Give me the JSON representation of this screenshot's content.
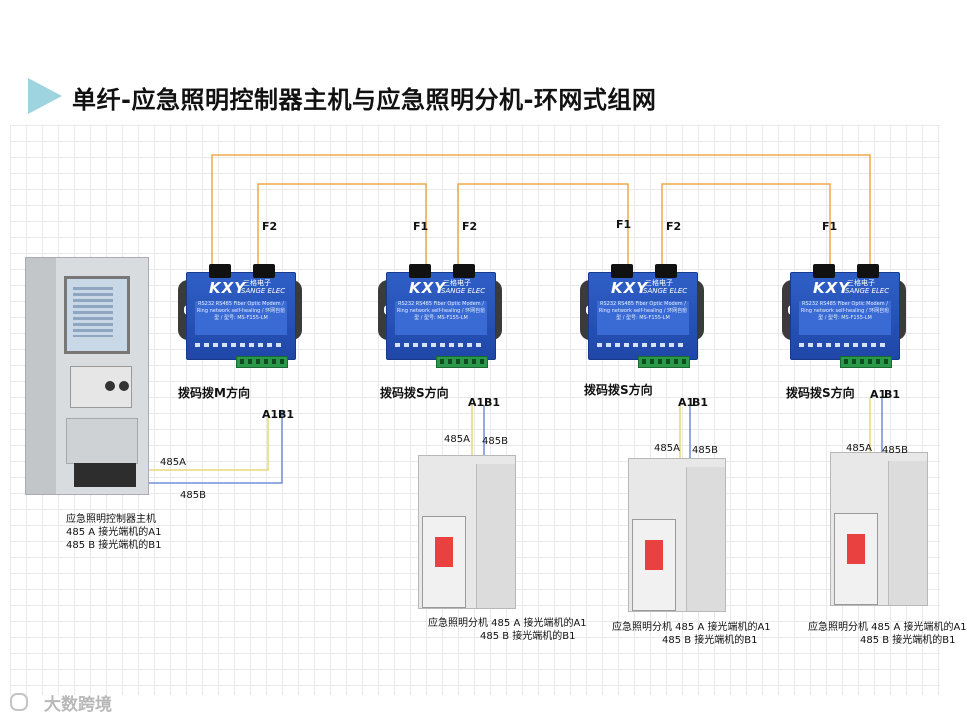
{
  "title": "单纤-应急照明控制器主机与应急照明分机-环网式组网",
  "colors": {
    "fiber": "#f0a848",
    "line_a": "#e8d878",
    "line_b": "#6f8fd8",
    "accent": "#9dd4df"
  },
  "devices": [
    {
      "logo": "KXY",
      "brand_cn": "三格电子",
      "brand_en": "SANGE ELEC",
      "panel": "RS232 RS485 Fiber Optic Modem / Ring network self-healing / 环网自愈型 / 型号: MS-F155-LM",
      "dip_label": "拨码拨M方向",
      "fiber_left": "F2",
      "fiber_right": "",
      "a_label": "A1",
      "b_label": "B1"
    },
    {
      "logo": "KXY",
      "brand_cn": "三格电子",
      "brand_en": "SANGE ELEC",
      "panel": "RS232 RS485 Fiber Optic Modem / Ring network self-healing / 环网自愈型 / 型号: MS-F155-LM",
      "dip_label": "拨码拨S方向",
      "fiber_left": "F1",
      "fiber_right": "F2",
      "a_label": "A1",
      "b_label": "B1"
    },
    {
      "logo": "KXY",
      "brand_cn": "三格电子",
      "brand_en": "SANGE ELEC",
      "panel": "RS232 RS485 Fiber Optic Modem / Ring network self-healing / 环网自愈型 / 型号: MS-F155-LM",
      "dip_label": "拨码拨S方向",
      "fiber_left": "F1",
      "fiber_right": "F2",
      "a_label": "A1",
      "b_label": "B1"
    },
    {
      "logo": "KXY",
      "brand_cn": "三格电子",
      "brand_en": "SANGE ELEC",
      "panel": "RS232 RS485 Fiber Optic Modem / Ring network self-healing / 环网自愈型 / 型号: MS-F155-LM",
      "dip_label": "拨码拨S方向",
      "fiber_left": "F1",
      "fiber_right": "",
      "a_label": "A1",
      "b_label": "B1"
    }
  ],
  "host": {
    "line_a": "485A",
    "line_b": "485B",
    "caption": [
      "应急照明控制器主机",
      "485 A 接光端机的A1",
      "485 B 接光端机的B1"
    ]
  },
  "branches": [
    {
      "line_a": "485A",
      "line_b": "485B",
      "caption": [
        "应急照明分机 485 A 接光端机的A1",
        "485 B 接光端机的B1"
      ]
    },
    {
      "line_a": "485A",
      "line_b": "485B",
      "caption": [
        "应急照明分机 485 A 接光端机的A1",
        "485 B 接光端机的B1"
      ]
    },
    {
      "line_a": "485A",
      "line_b": "485B",
      "caption": [
        "应急照明分机 485 A 接光端机的A1",
        "485 B 接光端机的B1"
      ]
    }
  ],
  "watermark": "大数跨境"
}
